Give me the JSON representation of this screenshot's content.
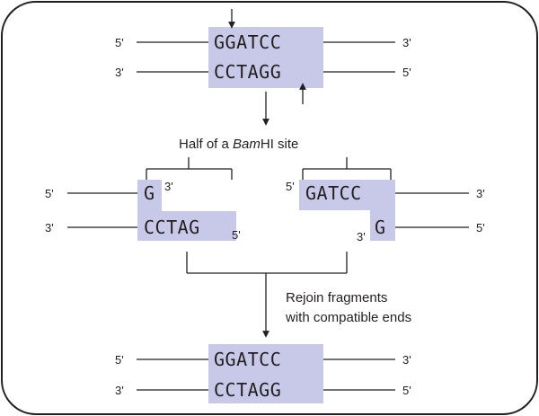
{
  "labels": {
    "five_prime": "5'",
    "three_prime": "3'"
  },
  "top_site": {
    "strand_top": "GGATCC",
    "strand_bottom": "CCTAGG"
  },
  "caption_half": {
    "prefix": "Half of a ",
    "enzyme_italic": "Bam",
    "suffix": "HI site"
  },
  "left_fragment": {
    "top": "G",
    "bottom": "CCTAG"
  },
  "right_fragment": {
    "top": "GATCC",
    "bottom": "G"
  },
  "rejoin_caption": {
    "line1": "Rejoin fragments",
    "line2": "with compatible ends"
  },
  "bottom_site": {
    "strand_top": "GGATCC",
    "strand_bottom": "CCTAGG"
  },
  "colors": {
    "highlight": "#c8c9e8",
    "ink": "#231f20",
    "frame": "#231f20"
  }
}
